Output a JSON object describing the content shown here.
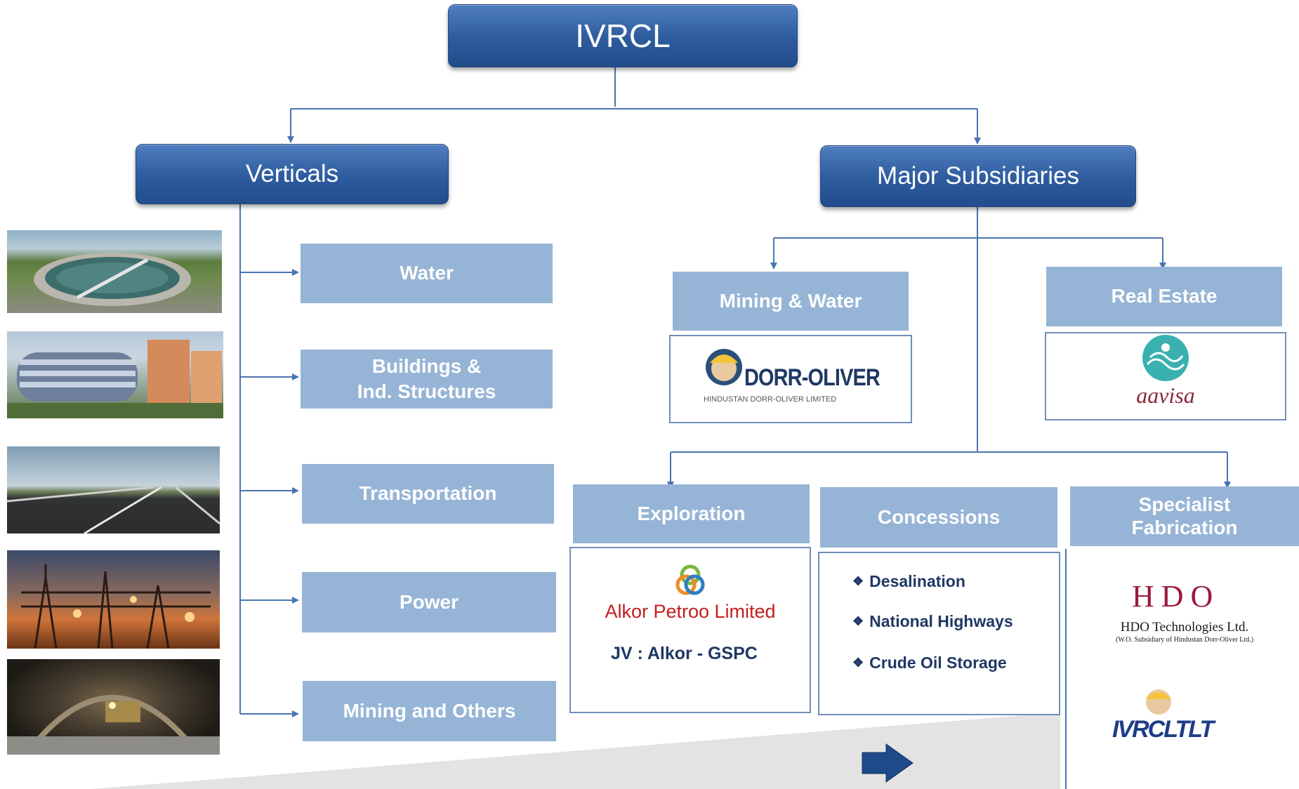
{
  "root": {
    "label": "IVRCL"
  },
  "verticals": {
    "label": "Verticals",
    "items": [
      {
        "label": "Water",
        "photo_icon": "water-treatment-plant-photo"
      },
      {
        "label_line1": "Buildings &",
        "label_line2": "Ind. Structures",
        "photo_icon": "building-photo"
      },
      {
        "label": "Transportation",
        "photo_icon": "highway-photo"
      },
      {
        "label": "Power",
        "photo_icon": "power-substation-photo"
      },
      {
        "label": "Mining and Others",
        "photo_icon": "mining-tunnel-photo"
      }
    ]
  },
  "subsidiaries": {
    "label": "Major Subsidiaries",
    "mining_water": {
      "label": "Mining & Water",
      "logo_text": "DORR-OLIVER",
      "logo_sub": "HINDUSTAN DORR-OLIVER LIMITED"
    },
    "real_estate": {
      "label": "Real Estate",
      "logo_text": "aavisa"
    },
    "exploration": {
      "label": "Exploration",
      "company": "Alkor Petroo Limited",
      "jv": "JV : Alkor - GSPC"
    },
    "concessions": {
      "label": "Concessions",
      "items": [
        "Desalination",
        "National Highways",
        "Crude Oil Storage"
      ]
    },
    "fabrication": {
      "label_line1": "Specialist",
      "label_line2": "Fabrication",
      "hdo_logo": "HDO",
      "hdo_name": "HDO Technologies Ltd.",
      "hdo_sub": "(W.O. Subsidiary of Hindustan Dorr-Oliver Ltd.)",
      "tlt_logo": "IVRCLTLT"
    }
  },
  "colors": {
    "dark_box": "#2d5b9e",
    "light_box": "#96b4d6",
    "connector": "#4a74b0",
    "text_navy": "#1f3864"
  }
}
